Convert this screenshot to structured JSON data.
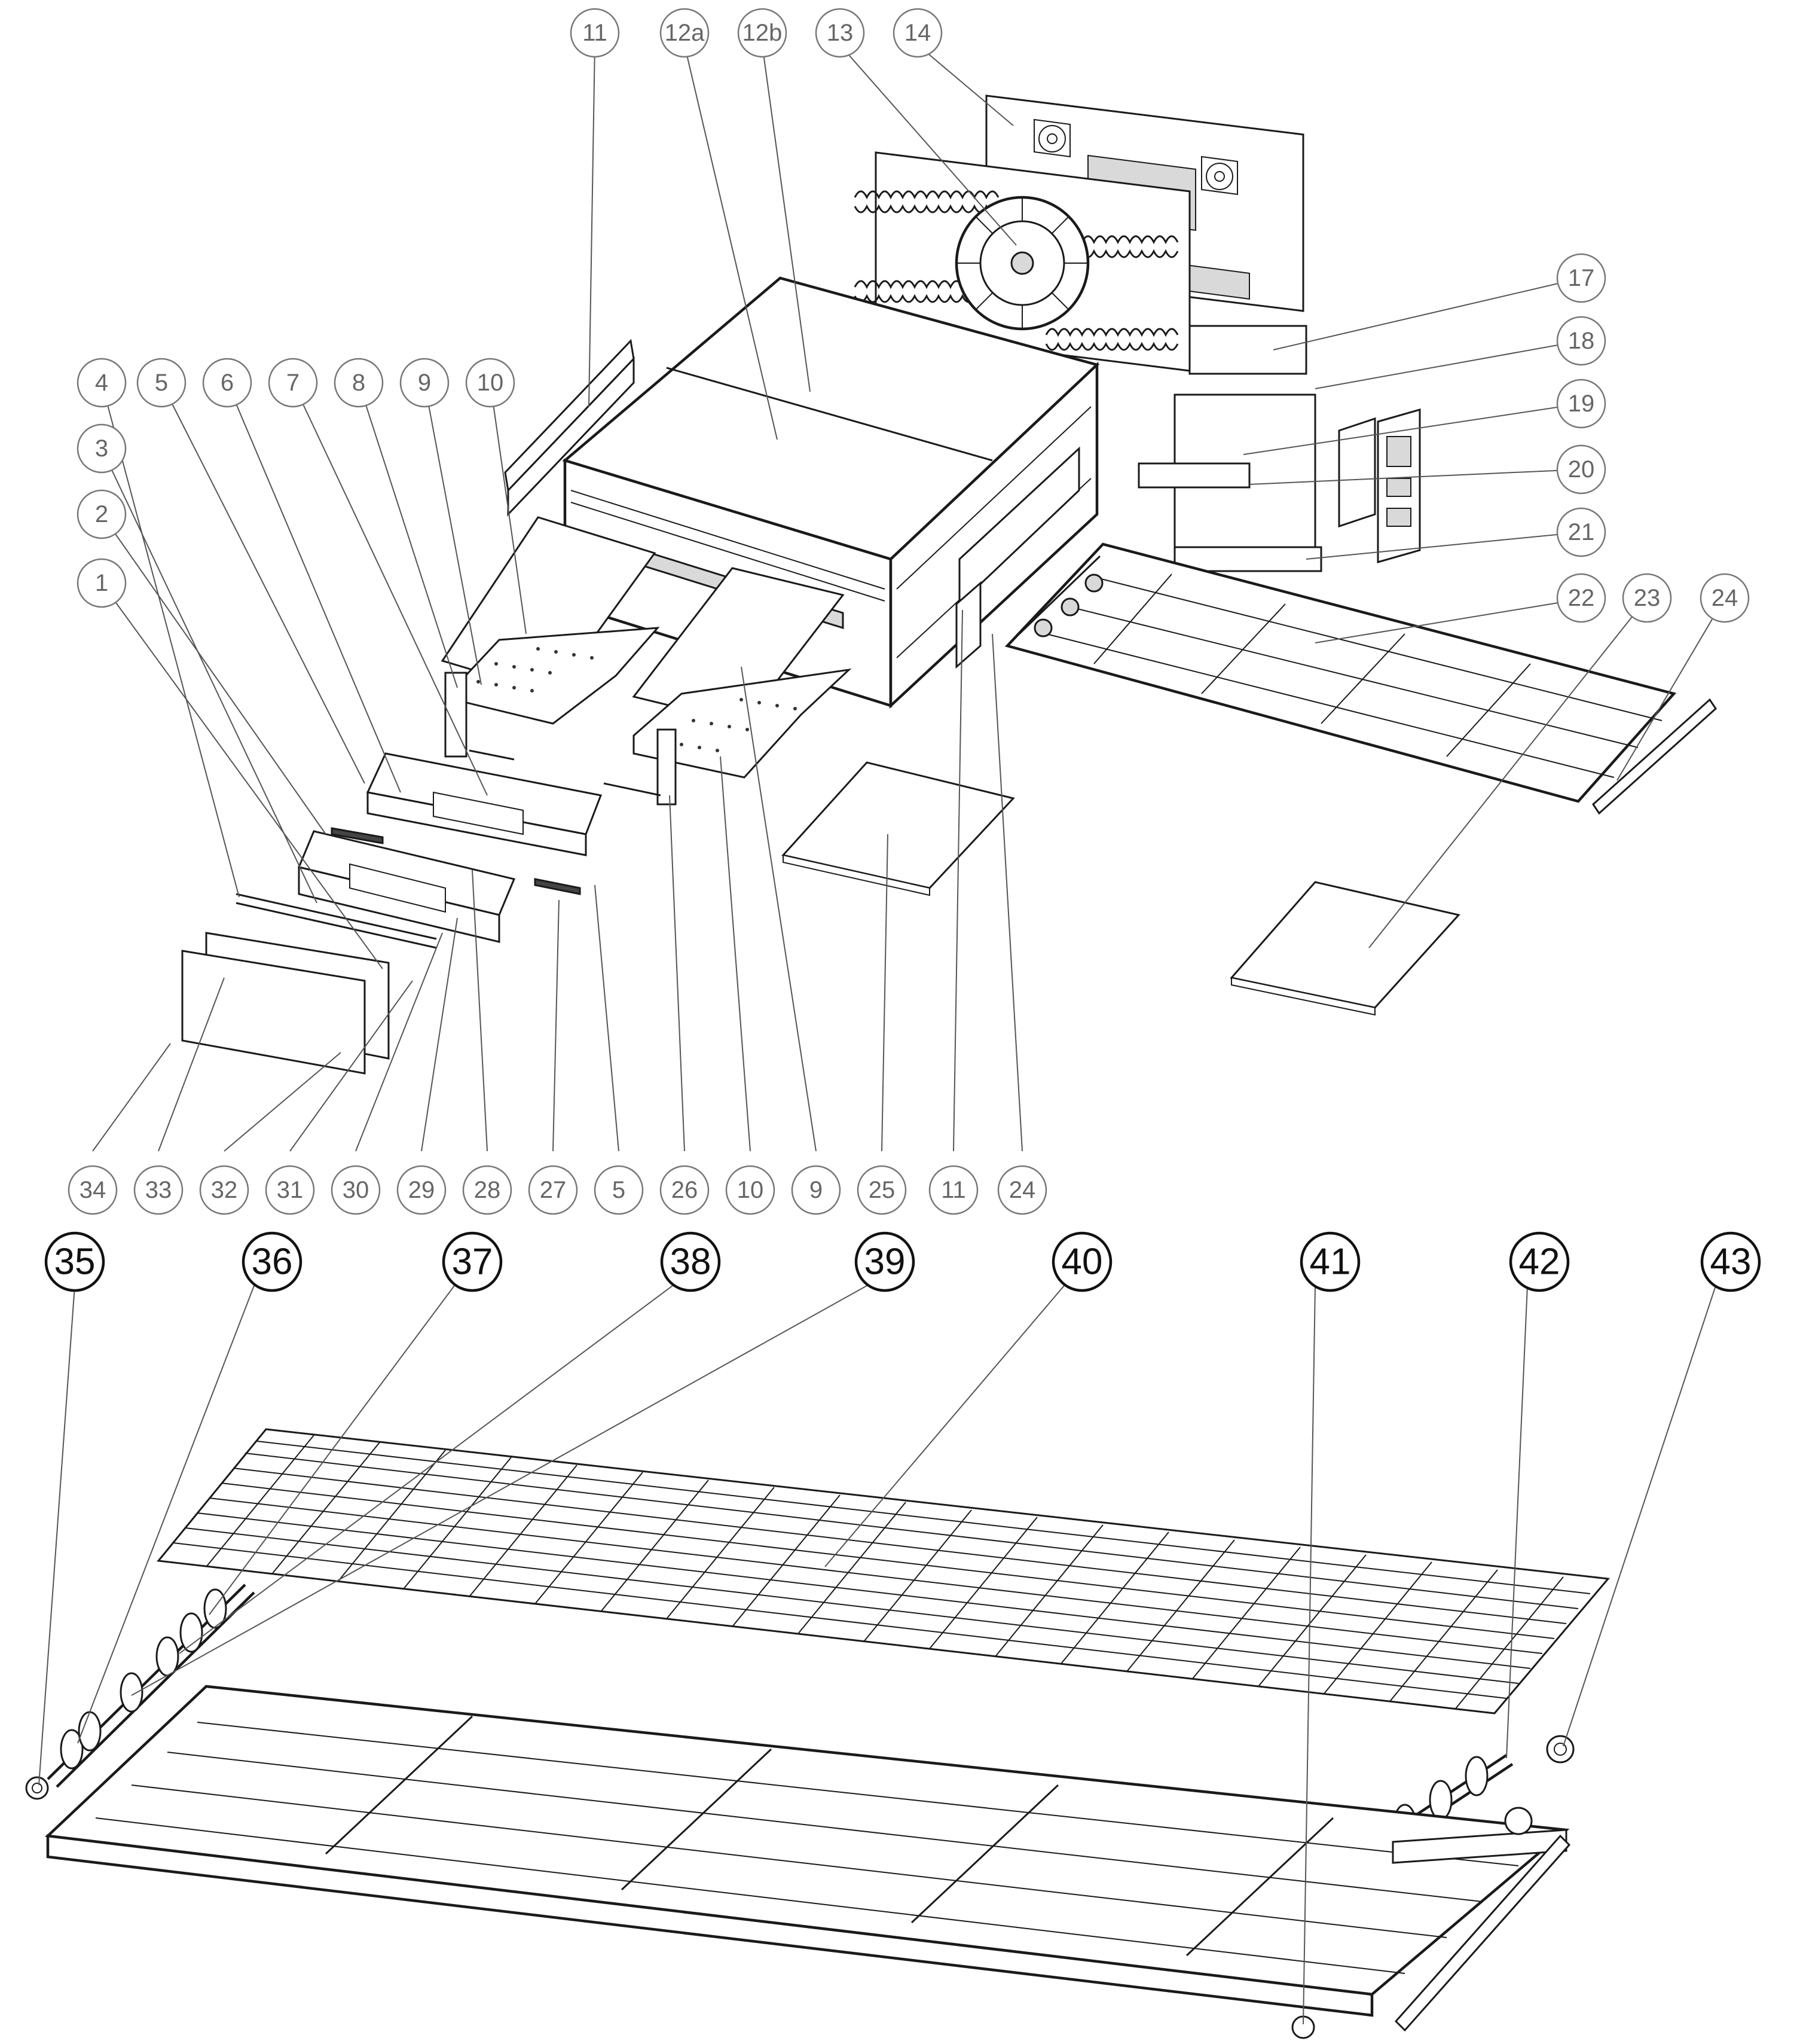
{
  "callouts_top": [
    {
      "id": "c11a",
      "label": "11"
    },
    {
      "id": "c12a",
      "label": "12a"
    },
    {
      "id": "c12b",
      "label": "12b"
    },
    {
      "id": "c13",
      "label": "13"
    },
    {
      "id": "c14",
      "label": "14"
    },
    {
      "id": "c4",
      "label": "4"
    },
    {
      "id": "c5a",
      "label": "5"
    },
    {
      "id": "c6",
      "label": "6"
    },
    {
      "id": "c7",
      "label": "7"
    },
    {
      "id": "c8",
      "label": "8"
    },
    {
      "id": "c9a",
      "label": "9"
    },
    {
      "id": "c10a",
      "label": "10"
    },
    {
      "id": "c3",
      "label": "3"
    },
    {
      "id": "c2",
      "label": "2"
    },
    {
      "id": "c1",
      "label": "1"
    },
    {
      "id": "c17",
      "label": "17"
    },
    {
      "id": "c18",
      "label": "18"
    },
    {
      "id": "c19",
      "label": "19"
    },
    {
      "id": "c20",
      "label": "20"
    },
    {
      "id": "c21",
      "label": "21"
    },
    {
      "id": "c22",
      "label": "22"
    },
    {
      "id": "c23",
      "label": "23"
    },
    {
      "id": "c24a",
      "label": "24"
    }
  ],
  "callouts_bottom_row": [
    {
      "id": "c34",
      "label": "34"
    },
    {
      "id": "c33",
      "label": "33"
    },
    {
      "id": "c32",
      "label": "32"
    },
    {
      "id": "c31",
      "label": "31"
    },
    {
      "id": "c30",
      "label": "30"
    },
    {
      "id": "c29",
      "label": "29"
    },
    {
      "id": "c28",
      "label": "28"
    },
    {
      "id": "c27",
      "label": "27"
    },
    {
      "id": "c5b",
      "label": "5"
    },
    {
      "id": "c26",
      "label": "26"
    },
    {
      "id": "c10b",
      "label": "10"
    },
    {
      "id": "c9b",
      "label": "9"
    },
    {
      "id": "c25",
      "label": "25"
    },
    {
      "id": "c11b",
      "label": "11"
    },
    {
      "id": "c24b",
      "label": "24"
    }
  ],
  "callouts_conveyor": [
    {
      "id": "c35",
      "label": "35"
    },
    {
      "id": "c36",
      "label": "36"
    },
    {
      "id": "c37",
      "label": "37"
    },
    {
      "id": "c38",
      "label": "38"
    },
    {
      "id": "c39",
      "label": "39"
    },
    {
      "id": "c40",
      "label": "40"
    },
    {
      "id": "c41",
      "label": "41"
    },
    {
      "id": "c42",
      "label": "42"
    },
    {
      "id": "c43",
      "label": "43"
    }
  ]
}
